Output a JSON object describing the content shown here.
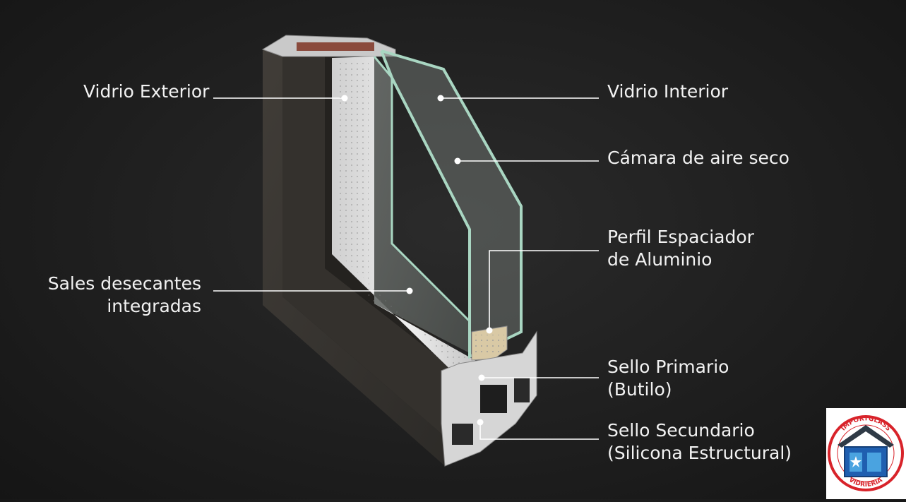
{
  "labels": {
    "vidrio_exterior": "Vidrio Exterior",
    "vidrio_interior": "Vidrio Interior",
    "camara_aire": "Cámara de aire seco",
    "perfil_line1": "Perfil Espaciador",
    "perfil_line2": "de Aluminio",
    "sales_line1": "Sales desecantes",
    "sales_line2": "integradas",
    "sello_primario_line1": "Sello Primario",
    "sello_primario_line2": "(Butilo)",
    "sello_secundario_line1": "Sello Secundario",
    "sello_secundario_line2": "(Silicona Estructural)"
  },
  "logo": {
    "top_text": "IMPORTGLASS",
    "bottom_text": "VIDRIERIA",
    "ring_color": "#d8232a",
    "house_color": "#1f5fb0",
    "roof_color": "#2f3a46"
  },
  "colors": {
    "frame": "#3a3733",
    "glass": "#9fc7b6",
    "butyl": "#8a4a3c",
    "leader": "#ffffff"
  }
}
